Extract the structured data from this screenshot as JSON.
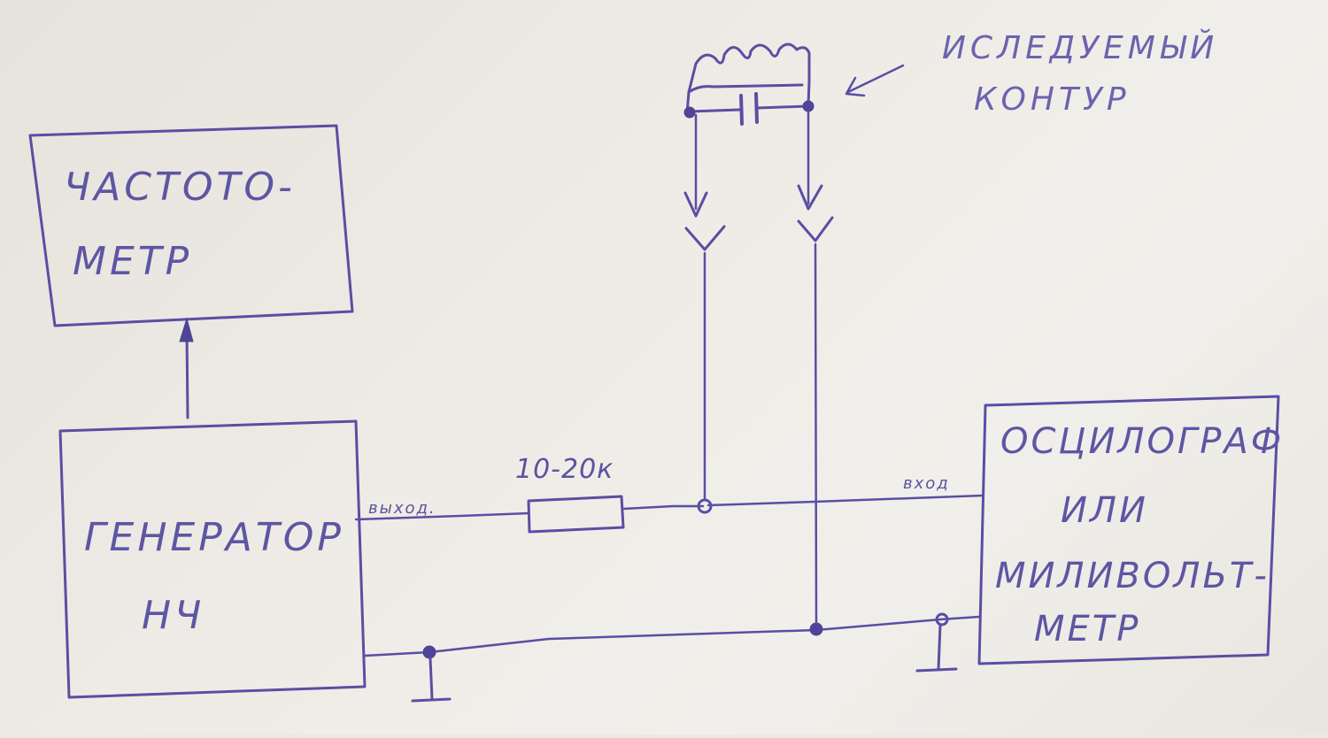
{
  "blocks": {
    "frequency_meter": {
      "line1": "ЧАСТОТО-",
      "line2": "МЕТР"
    },
    "generator": {
      "line1": "ГЕНЕРАТОР",
      "line2": "НЧ",
      "output_label": "выход."
    },
    "oscilloscope": {
      "line1": "ОСЦИЛОГРАФ",
      "line2": "ИЛИ",
      "line3": "МИЛИВОЛЬТ-",
      "line4": "МЕТР",
      "input_label": "вход"
    }
  },
  "resistor": {
    "label": "10-20к"
  },
  "circuit_note": {
    "line1": "ИСЛЕДУЕМЫЙ",
    "line2": "КОНТУР"
  },
  "colors": {
    "ink": "#5a4ea3",
    "paper": "#ece9e4"
  }
}
